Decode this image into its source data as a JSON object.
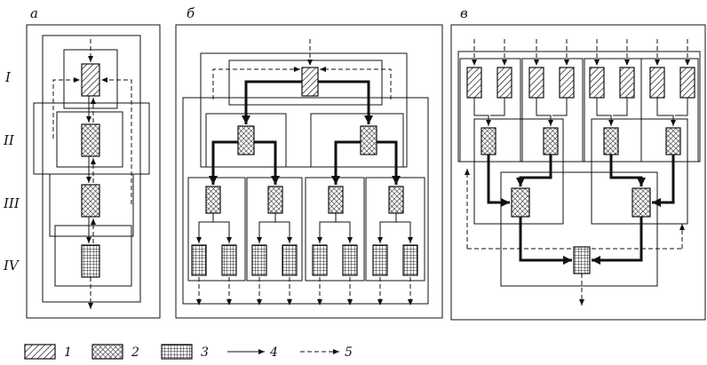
{
  "panels": {
    "a": "а",
    "b": "б",
    "c": "в"
  },
  "levels": [
    "I",
    "II",
    "III",
    "IV"
  ],
  "legend": [
    {
      "key": "1",
      "label": "1",
      "pattern": "hatch"
    },
    {
      "key": "2",
      "label": "2",
      "pattern": "crosshatch"
    },
    {
      "key": "3",
      "label": "3",
      "pattern": "grid"
    },
    {
      "key": "4",
      "label": "4",
      "line": "solid-arrow"
    },
    {
      "key": "5",
      "label": "5",
      "line": "dashed-arrow"
    }
  ],
  "colors": {
    "ink": "#111111",
    "paper": "#ffffff"
  }
}
